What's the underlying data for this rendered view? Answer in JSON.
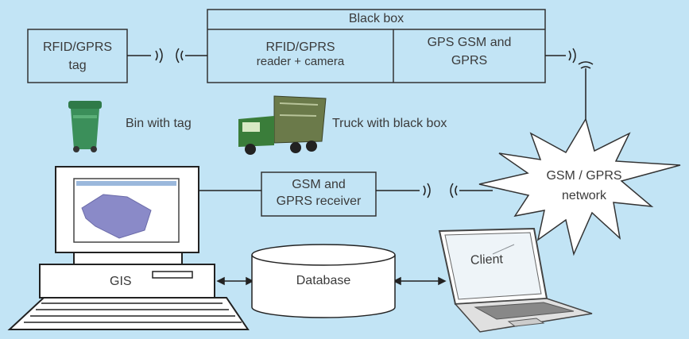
{
  "nodes": {
    "tag": {
      "line1": "RFID/GPRS",
      "line2": "tag"
    },
    "black_box": {
      "title": "Black box"
    },
    "reader": {
      "line1": "RFID/GPRS",
      "line2": "reader + camera"
    },
    "gps": {
      "line1": "GPS GSM and",
      "line2": "GPRS"
    },
    "network": {
      "line1": "GSM / GPRS",
      "line2": "network"
    },
    "receiver": {
      "line1": "GSM and",
      "line2": "GPRS receiver"
    },
    "gis": {
      "label": "GIS"
    },
    "database": {
      "label": "Database"
    },
    "client": {
      "label": "Client"
    }
  },
  "captions": {
    "bin": "Bin with tag",
    "truck": "Truck with black box"
  },
  "colors": {
    "background": "#c2e4f5",
    "line": "#222222",
    "bin": "#3b8f5a",
    "truck_cab": "#3a7d3a",
    "truck_body": "#6b7a4a",
    "map": "#8a8ac8"
  }
}
